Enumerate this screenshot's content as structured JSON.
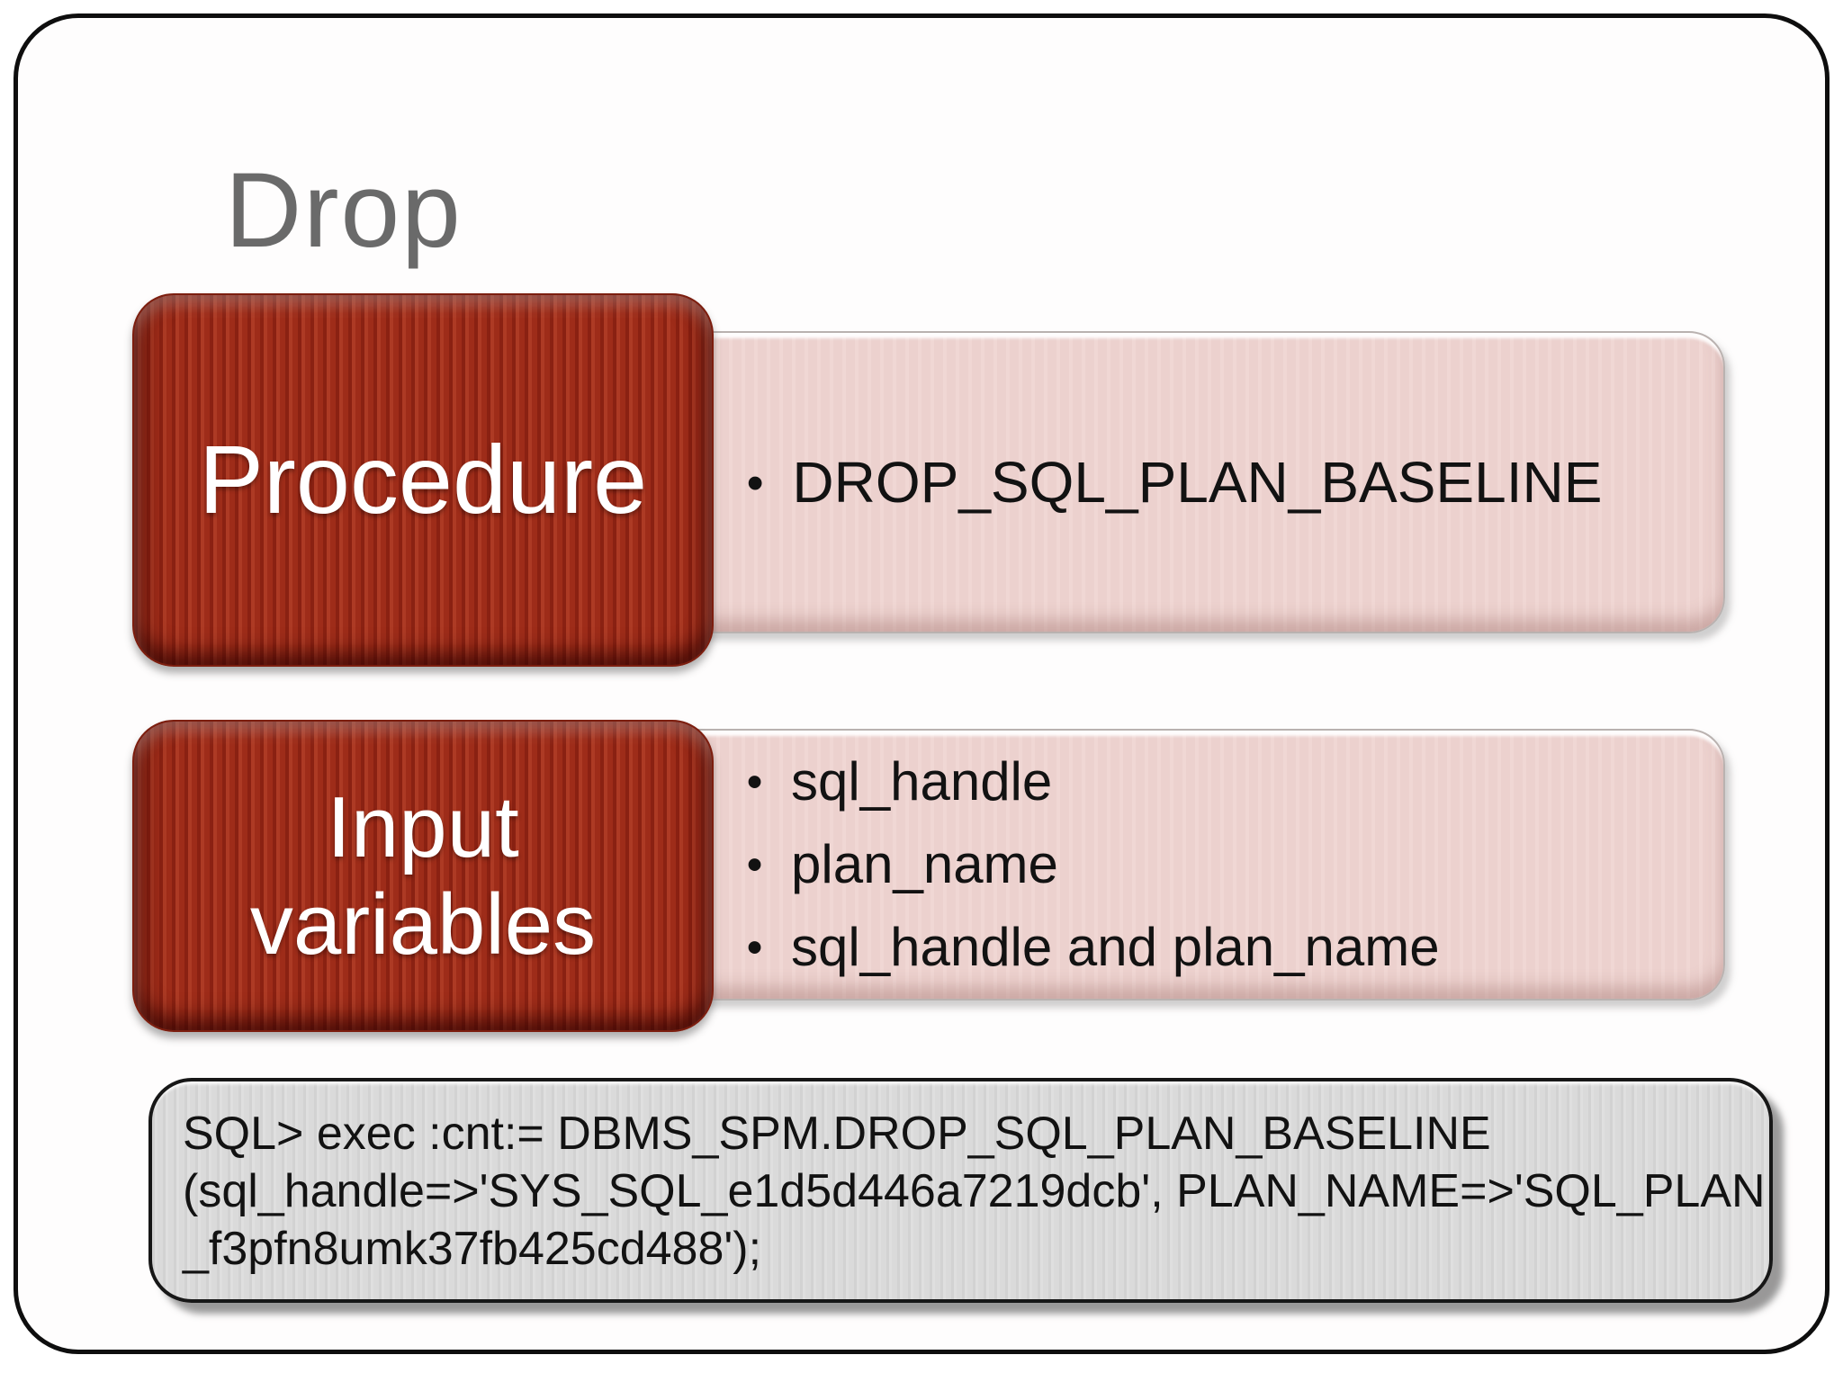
{
  "slide_title": "Drop",
  "glyphs": {
    "bullet": "•"
  },
  "rows": [
    {
      "header": "Procedure",
      "bullets": [
        "DROP_SQL_PLAN_BASELINE"
      ]
    },
    {
      "header": "Input variables",
      "bullets": [
        "sql_handle",
        "plan_name",
        "sql_handle and plan_name"
      ]
    }
  ],
  "code_box": {
    "lines": [
      "SQL> exec :cnt:= DBMS_SPM.DROP_SQL_PLAN_BASELINE",
      "(sql_handle=>'SYS_SQL_e1d5d446a7219dcb', PLAN_NAME=>'SQL_PLAN",
      "_f3pfn8umk37fb425cd488');"
    ]
  },
  "colors": {
    "header_red": "#9e2c19",
    "tab_pink": "#ecd1ce",
    "code_gray": "#dadada",
    "title_gray": "#6a6a6a",
    "frame_black": "#0e0e0e"
  }
}
